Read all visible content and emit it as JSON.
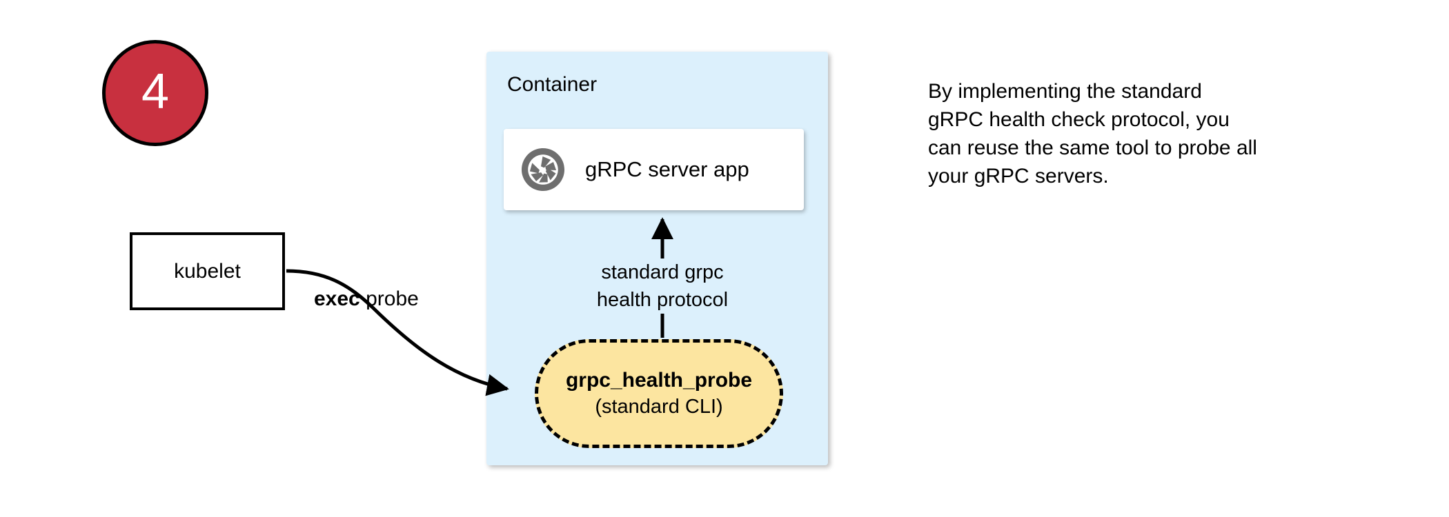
{
  "step": {
    "number": "4"
  },
  "container": {
    "label": "Container",
    "fill_color": "#dcf0fc"
  },
  "server_card": {
    "label": "gRPC server app",
    "icon": "aperture-icon",
    "icon_color": "#6e6e6e",
    "fill_color": "#ffffff"
  },
  "kubelet": {
    "label": "kubelet"
  },
  "exec_edge": {
    "label_bold": "exec",
    "label_rest": " probe"
  },
  "protocol_edge": {
    "line1": "standard grpc",
    "line2": "health protocol"
  },
  "probe": {
    "title": "grpc_health_probe",
    "subtitle": "(standard CLI)",
    "fill_color": "#fce5a0",
    "border_style": "dashed"
  },
  "note": {
    "line1": "By implementing the standard",
    "line2": "gRPC health check protocol, you",
    "line3": "can reuse the same tool to probe all",
    "line4": "your gRPC servers."
  },
  "colors": {
    "badge_red": "#c8303f",
    "container_blue": "#dcf0fc",
    "probe_yellow": "#fce5a0",
    "icon_gray": "#6e6e6e",
    "stroke_black": "#000000"
  }
}
